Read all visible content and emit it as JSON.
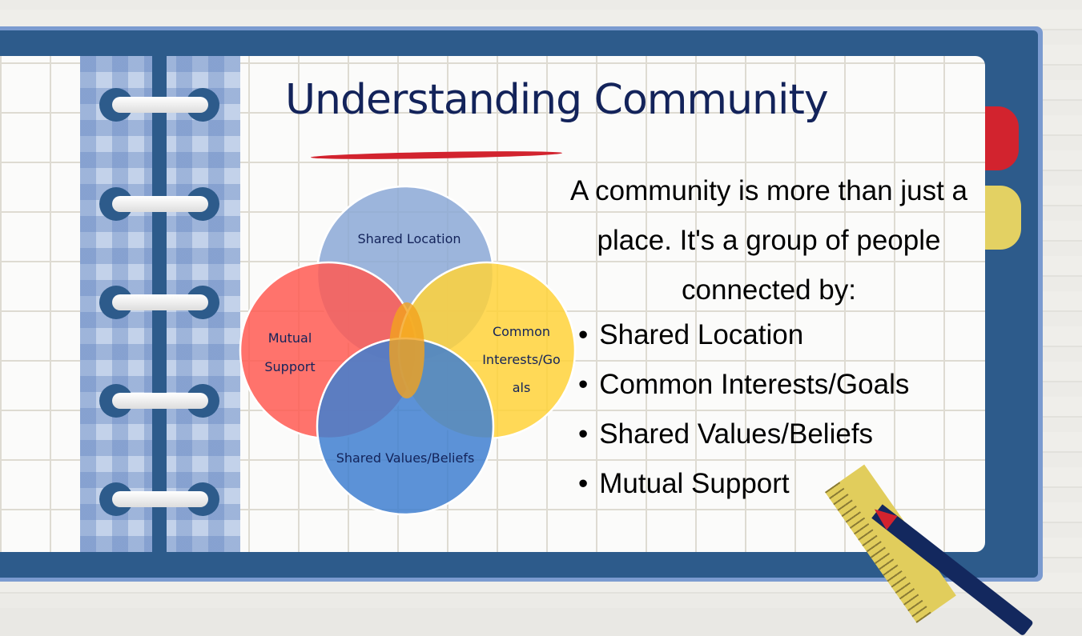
{
  "title": "Understanding Community",
  "venn": {
    "circles": [
      {
        "label": "Shared Location",
        "color": "#8ba8d6"
      },
      {
        "label_lines": [
          "Mutual",
          "Support"
        ],
        "color": "#ff5a52"
      },
      {
        "label_lines": [
          "Common",
          "Interests/Go",
          "als"
        ],
        "color": "#ffd23a"
      },
      {
        "label": "Shared Values/Beliefs",
        "color": "#3f7fd0"
      }
    ],
    "center_color": "#f2a21e"
  },
  "description": "A community is more than just a place. It's a group of people connected by:",
  "bullets": [
    "Shared Location",
    "Common Interests/Goals",
    "Shared Values/Beliefs",
    "Mutual Support"
  ],
  "colors": {
    "frame": "#2d5b8b",
    "accent_red": "#d2232e",
    "accent_yellow": "#e3d163",
    "title": "#13235a"
  }
}
